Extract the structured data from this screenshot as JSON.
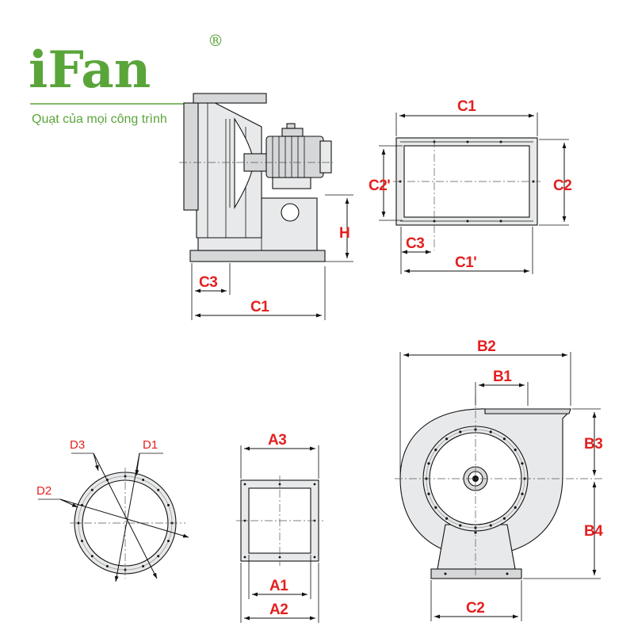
{
  "brand": {
    "name": "iFan",
    "registered": "®",
    "tagline": "Quạt của mọi công trình",
    "color": "#5aa53a"
  },
  "dimension_color": "#e41f1f",
  "labels": {
    "side_view": {
      "h": "H",
      "c3": "C3",
      "c1": "C1"
    },
    "outlet_view": {
      "c1": "C1",
      "c1p": "C1'",
      "c2": "C2",
      "c2p": "C2'",
      "c3": "C3"
    },
    "flange_view": {
      "d1": "D1",
      "d2": "D2",
      "d3": "D3"
    },
    "inlet_view": {
      "a1": "A1",
      "a2": "A2",
      "a3": "A3"
    },
    "front_view": {
      "b1": "B1",
      "b2": "B2",
      "b3": "B3",
      "b4": "B4",
      "c2": "C2"
    }
  }
}
